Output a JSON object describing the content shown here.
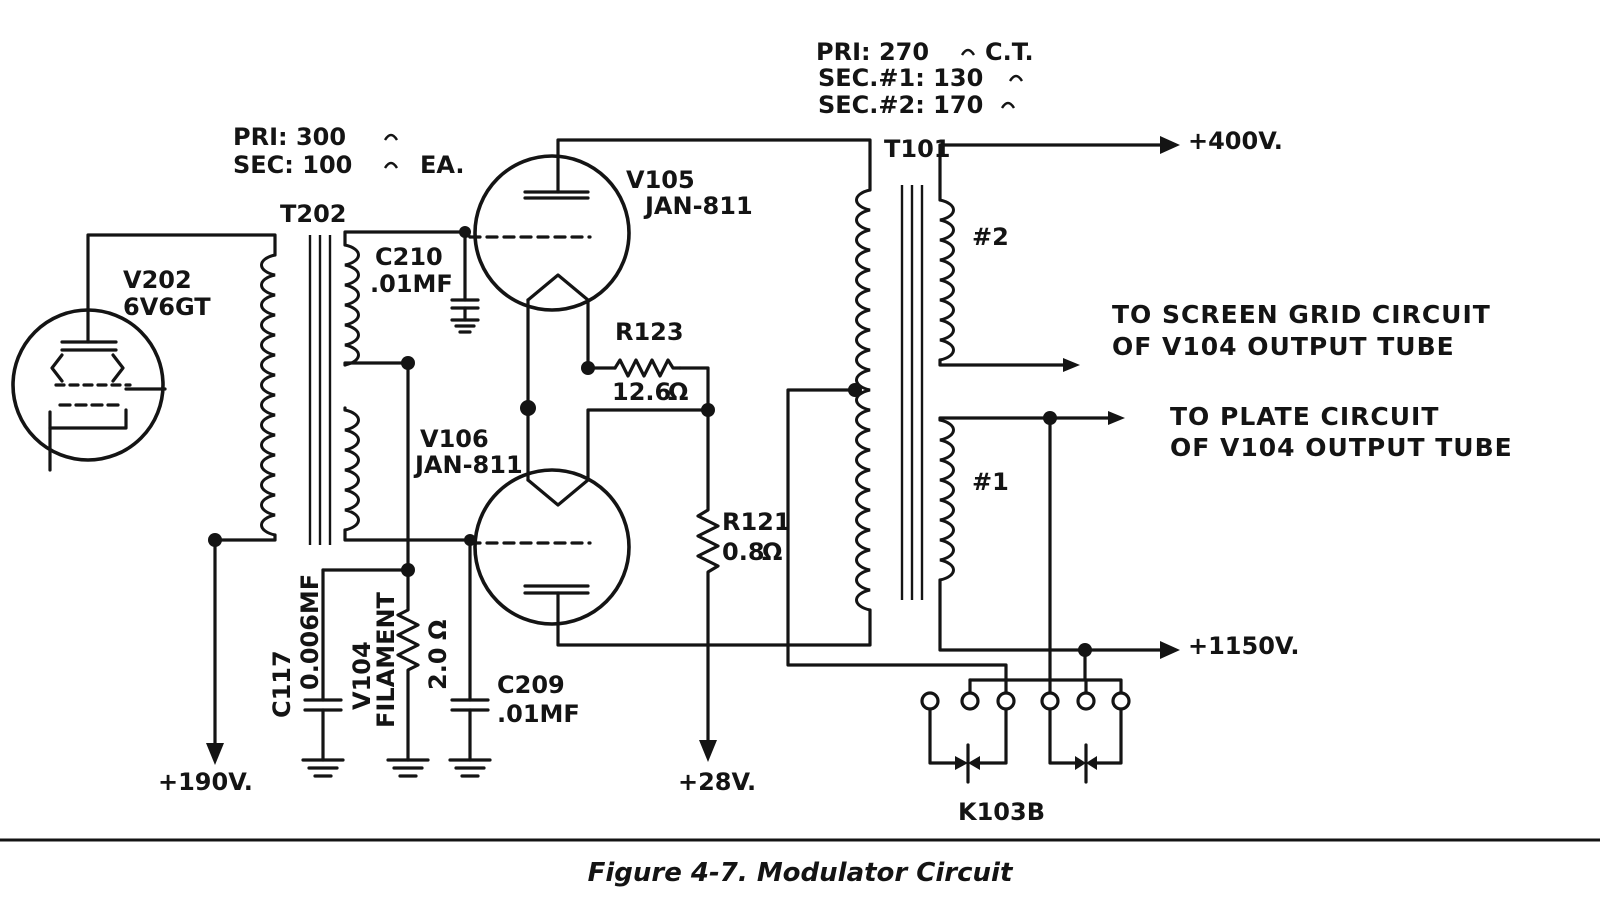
{
  "figure": {
    "caption": "Figure 4-7.   Modulator Circuit"
  },
  "components": {
    "v202": {
      "ref": "V202",
      "type": "6V6GT"
    },
    "v105": {
      "ref": "V105",
      "type": "JAN-811"
    },
    "v106": {
      "ref": "V106",
      "type": "JAN-811"
    },
    "t202": {
      "ref": "T202",
      "pri": "PRI: 300",
      "sec": "SEC: 100",
      "sec_suffix": "EA."
    },
    "t101": {
      "ref": "T101",
      "pri": "PRI: 270",
      "pri_suffix": "C.T.",
      "sec1": "SEC.#1: 130",
      "sec2": "SEC.#2: 170",
      "winding_2": "#2",
      "winding_1": "#1"
    },
    "c210": {
      "ref": "C210",
      "value": ".01MF"
    },
    "c209": {
      "ref": "C209",
      "value": ".01MF"
    },
    "c117": {
      "ref": "C117",
      "value": "0.006MF"
    },
    "r123": {
      "ref": "R123",
      "value": "12.6"
    },
    "r121": {
      "ref": "R121",
      "value": "0.8"
    },
    "v104_filament": {
      "ref": "V104",
      "label": "FILAMENT",
      "value": "2.0"
    },
    "k103b": {
      "ref": "K103B"
    }
  },
  "supplies": {
    "b400": "+400V.",
    "b1150": "+1150V.",
    "b190": "+190V.",
    "b28": "+28V."
  },
  "outputs": {
    "screen_line1": "TO SCREEN GRID CIRCUIT",
    "screen_line2": "OF V104 OUTPUT TUBE",
    "plate_line1": "TO PLATE CIRCUIT",
    "plate_line2": "OF V104 OUTPUT TUBE"
  },
  "ohm_symbol": "Ω"
}
